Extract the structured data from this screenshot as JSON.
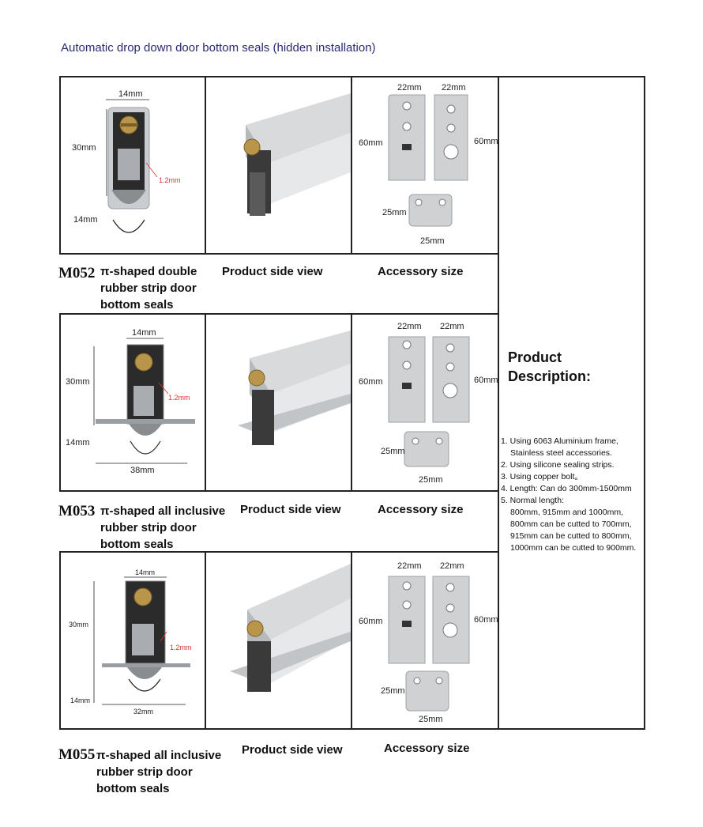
{
  "title": "Automatic drop down door bottom seals (hidden installation)",
  "rows": [
    {
      "model": "M052",
      "desc": [
        "π-shaped double",
        "rubber strip door",
        "bottom seals"
      ],
      "side_caption": "Product side view",
      "acc_caption": "Accessory size",
      "dims": {
        "width": "14mm",
        "height": "30mm",
        "drop": "14mm",
        "gap": "1.2mm",
        "base": ""
      }
    },
    {
      "model": "M053",
      "desc": [
        "π-shaped all inclusive",
        "rubber strip door",
        "bottom seals"
      ],
      "side_caption": "Product side view",
      "acc_caption": "Accessory size",
      "dims": {
        "width": "14mm",
        "height": "30mm",
        "drop": "14mm",
        "gap": "1.2mm",
        "base": "38mm"
      }
    },
    {
      "model": "M055",
      "desc": [
        "π-shaped all inclusive",
        "rubber strip door",
        "bottom seals"
      ],
      "side_caption": "Product side view",
      "acc_caption": "Accessory size",
      "dims": {
        "width": "14mm",
        "height": "30mm",
        "drop": "14mm",
        "gap": "1.2mm",
        "base": "32mm"
      }
    }
  ],
  "accessory_dims": {
    "plate_w": "22mm",
    "plate_h": "60mm",
    "small_h": "25mm",
    "small_w": "25mm"
  },
  "description": {
    "heading_line1": "Product",
    "heading_line2": "Description:",
    "items": [
      "1. Using 6063 Aluminium frame,",
      "    Stainless steel accessories.",
      "2. Using silicone sealing strips.",
      "3. Using copper bolt。",
      "4. Length: Can do 300mm-1500mm",
      "5. Normal length:",
      "    800mm, 915mm and 1000mm,",
      "    800mm can be cutted to 700mm,",
      "    915mm can be cutted to 800mm,",
      "    1000mm can be cutted to 900mm."
    ]
  }
}
